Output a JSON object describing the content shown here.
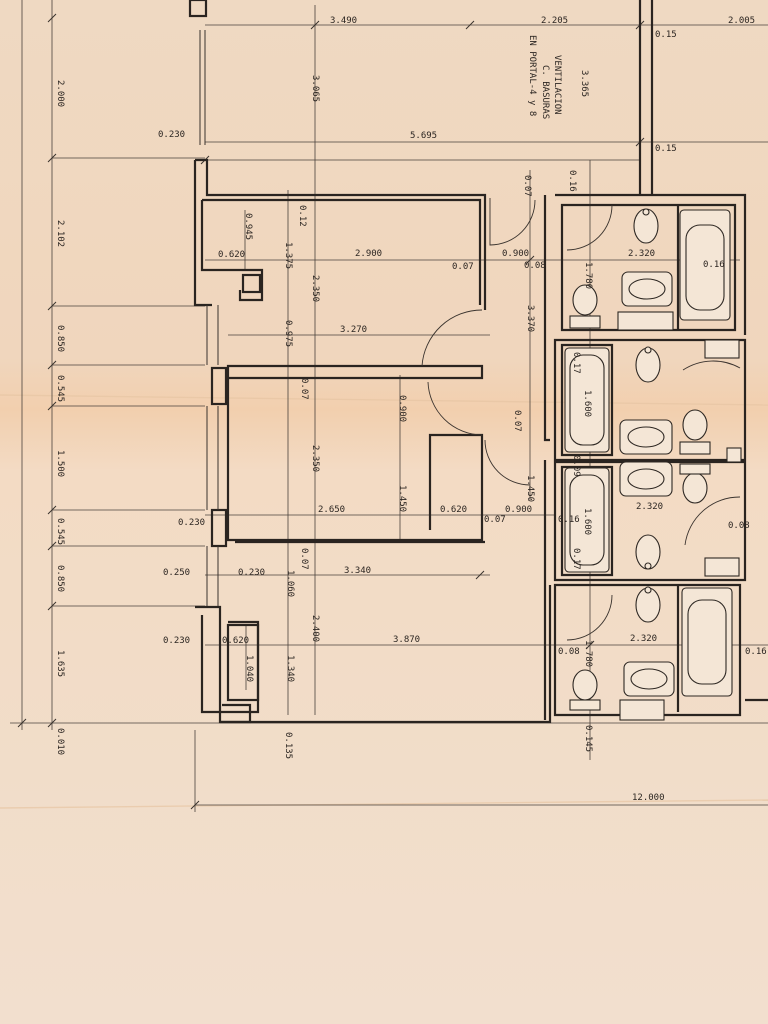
{
  "plan": {
    "annotation_lines": [
      "VENTILACION",
      "C. BASURAS",
      "EN PORTAL-4 y 8"
    ],
    "dimensions": {
      "top": [
        "3.490",
        "2.205",
        "2.005",
        "0.15",
        "3.065",
        "3.365",
        "5.695",
        "0.15",
        "0.230"
      ],
      "left_chain": [
        "2.000",
        "2.102",
        "0.850",
        "0.545",
        "1.500",
        "0.545",
        "0.850",
        "1.635",
        "0.010"
      ],
      "room1": [
        "0.07",
        "0.16",
        "0.945",
        "0.12",
        "0.620",
        "1.375",
        "2.900",
        "2.350",
        "0.07",
        "0.900",
        "0.08",
        "0.975",
        "3.270",
        "3.370"
      ],
      "room2": [
        "0.07",
        "0.900",
        "2.350",
        "0.07",
        "1.450",
        "1.450",
        "2.650",
        "0.620",
        "0.07",
        "0.900",
        "0.230"
      ],
      "room3": [
        "0.250",
        "0.230",
        "0.07",
        "3.340",
        "1.060",
        "0.230",
        "0.620",
        "1.040",
        "1.340",
        "2.400",
        "3.870",
        "0.135",
        "0.145",
        "12.000"
      ],
      "baths": [
        "2.320",
        "0.16",
        "1.780",
        "0.17",
        "1.600",
        "0.09",
        "2.320",
        "0.16",
        "1.600",
        "0.17",
        "0.08",
        "2.320",
        "0.08",
        "1.780",
        "0.16"
      ]
    }
  }
}
